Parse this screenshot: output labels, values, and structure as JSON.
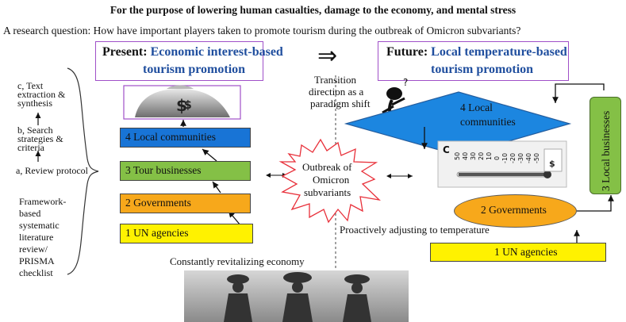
{
  "headline": "For the purpose of lowering human casualties, damage to the economy, and mental stress",
  "question": "A research question:  How have important players  taken to promote tourism during the outbreak of Omicron subvariants?",
  "present": {
    "prefix": "Present:",
    "title_line1": "Economic interest-based",
    "title_line2": "tourism promotion",
    "boxes": [
      "4 Local communities",
      "3 Tour businesses",
      "2 Governments",
      "1 UN agencies"
    ],
    "caption": "Constantly revitalizing economy"
  },
  "future": {
    "prefix": "Future:",
    "title_line1": "Local temperature-based",
    "title_line2": "tourism promotion",
    "diamond_line1": "4 Local",
    "diamond_line2": "communities",
    "vertical_box": "3 Local businesses",
    "ellipse": "2 Governments",
    "bottom_box": "1 UN agencies",
    "caption": "Proactively adjusting to temperature"
  },
  "transition": {
    "arrow": "⇒",
    "line1": "Transition",
    "line2": "direction as a",
    "line3": "paradigm shift"
  },
  "outbreak": {
    "line1": "Outbreak  of",
    "line2": "Omicron",
    "line3": "subvariants"
  },
  "steps": {
    "c_line1": "c, Text",
    "c_line2": "extraction &",
    "c_line3": "synthesis",
    "b_line1": "b, Search",
    "b_line2": "strategies &",
    "b_line3": "criteria",
    "a": "a, Review protocol"
  },
  "framework": {
    "line1": "Framework-",
    "line2": "based",
    "line3": "systematic",
    "line4": "literature",
    "line5": "review/",
    "line6": "PRISMA",
    "line7": "checklist"
  },
  "thermometer": {
    "unit": "C",
    "ticks": [
      "50",
      "40",
      "30",
      "20",
      "10",
      "0",
      "-10",
      "-20",
      "-30",
      "-40",
      "-50"
    ]
  },
  "colors": {
    "blue_box": "#1874d6",
    "green_box": "#84c046",
    "orange_box": "#f7a81b",
    "yellow_box": "#fff200",
    "diamond": "#1c86e0",
    "header_border": "#a050c8",
    "title_text": "#1f4e9e"
  },
  "icons": [
    "money-bag-icon",
    "thinking-figure-icon",
    "thermometer-icon",
    "people-photo"
  ]
}
